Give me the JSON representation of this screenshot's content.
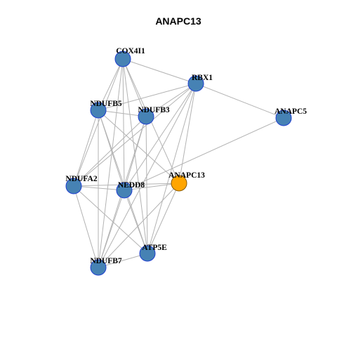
{
  "title": "ANAPC13",
  "colors": {
    "default_node": "#4682b4",
    "default_border": "#1f3fd0",
    "highlight_node": "#ffa500",
    "highlight_border": "#8a5a00",
    "edge": "#b3b3b3"
  },
  "nodes": [
    {
      "id": "COX4I1",
      "label": "COX4I1",
      "highlight": false
    },
    {
      "id": "RBX1",
      "label": "RBX1",
      "highlight": false
    },
    {
      "id": "NDUFB5",
      "label": "NDUFB5",
      "highlight": false
    },
    {
      "id": "NDUFB3",
      "label": "NDUFB3",
      "highlight": false
    },
    {
      "id": "ANAPC5",
      "label": "ANAPC5",
      "highlight": false
    },
    {
      "id": "NDUFA2",
      "label": "NDUFA2",
      "highlight": false
    },
    {
      "id": "NEDD8",
      "label": "NEDD8",
      "highlight": false
    },
    {
      "id": "ANAPC13",
      "label": "ANAPC13",
      "highlight": true
    },
    {
      "id": "ATP5E",
      "label": "ATP5E",
      "highlight": false
    },
    {
      "id": "NDUFB7",
      "label": "NDUFB7",
      "highlight": false
    }
  ],
  "edges": [
    [
      "COX4I1",
      "RBX1"
    ],
    [
      "COX4I1",
      "NDUFB5"
    ],
    [
      "COX4I1",
      "NDUFB3"
    ],
    [
      "COX4I1",
      "NDUFA2"
    ],
    [
      "COX4I1",
      "NEDD8"
    ],
    [
      "COX4I1",
      "ANAPC13"
    ],
    [
      "COX4I1",
      "ATP5E"
    ],
    [
      "COX4I1",
      "NDUFB7"
    ],
    [
      "RBX1",
      "NDUFB5"
    ],
    [
      "RBX1",
      "NDUFB3"
    ],
    [
      "RBX1",
      "ANAPC5"
    ],
    [
      "RBX1",
      "NEDD8"
    ],
    [
      "RBX1",
      "ANAPC13"
    ],
    [
      "RBX1",
      "ATP5E"
    ],
    [
      "RBX1",
      "NDUFB7"
    ],
    [
      "RBX1",
      "NDUFA2"
    ],
    [
      "NDUFB5",
      "NDUFB3"
    ],
    [
      "NDUFB5",
      "NDUFA2"
    ],
    [
      "NDUFB5",
      "NEDD8"
    ],
    [
      "NDUFB5",
      "ANAPC13"
    ],
    [
      "NDUFB5",
      "ATP5E"
    ],
    [
      "NDUFB5",
      "NDUFB7"
    ],
    [
      "NDUFB3",
      "NDUFA2"
    ],
    [
      "NDUFB3",
      "NEDD8"
    ],
    [
      "NDUFB3",
      "ATP5E"
    ],
    [
      "NDUFB3",
      "NDUFB7"
    ],
    [
      "ANAPC5",
      "NEDD8"
    ],
    [
      "NDUFA2",
      "NEDD8"
    ],
    [
      "NDUFA2",
      "ANAPC13"
    ],
    [
      "NDUFA2",
      "ATP5E"
    ],
    [
      "NDUFA2",
      "NDUFB7"
    ],
    [
      "NEDD8",
      "ANAPC13"
    ],
    [
      "NEDD8",
      "ATP5E"
    ],
    [
      "NEDD8",
      "NDUFB7"
    ],
    [
      "ANAPC13",
      "ATP5E"
    ],
    [
      "ANAPC13",
      "NDUFB7"
    ],
    [
      "ATP5E",
      "NDUFB7"
    ]
  ]
}
